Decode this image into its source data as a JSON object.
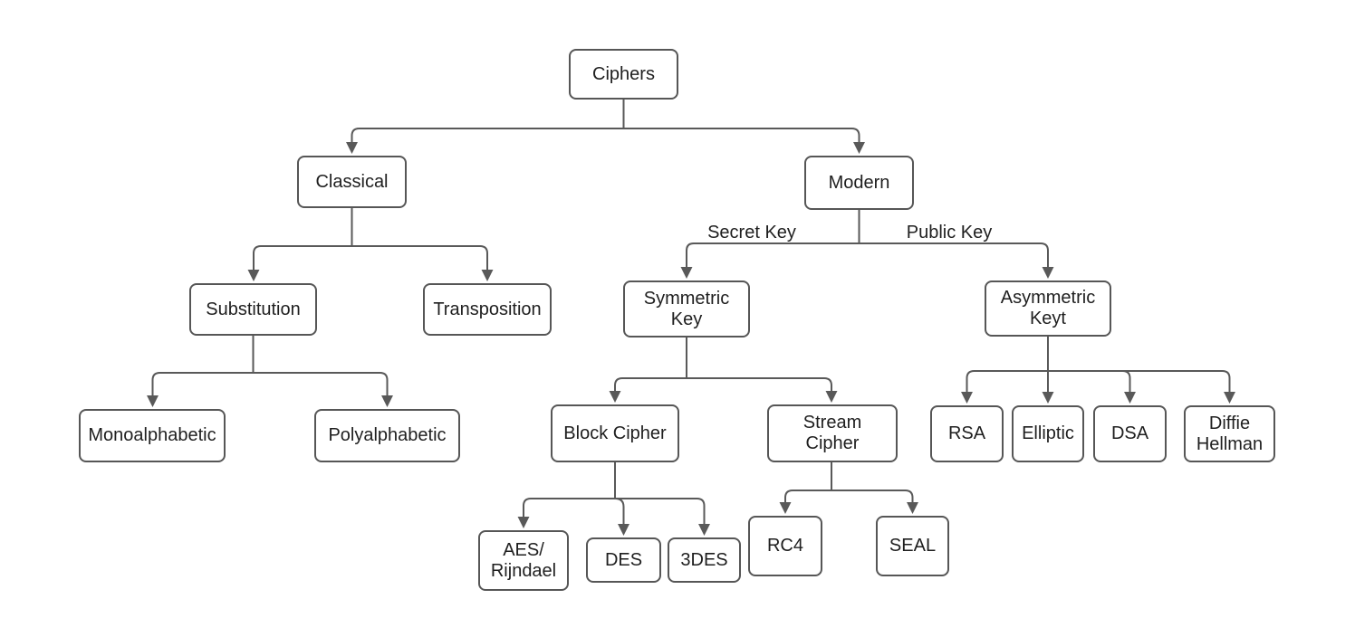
{
  "diagram": {
    "type": "tree",
    "colors": {
      "line": "#595959",
      "box_border": "#565656",
      "box_fill": "#ffffff",
      "text": "#1f1f1f",
      "background": "#ffffff"
    },
    "nodes": {
      "ciphers": "Ciphers",
      "classical": "Classical",
      "modern": "Modern",
      "substitution": "Substitution",
      "transposition": "Transposition",
      "symmetric_key": "Symmetric\nKey",
      "asymmetric_keyt": "Asymmetric\nKeyt",
      "monoalphabetic": "Monoalphabetic",
      "polyalphabetic": "Polyalphabetic",
      "block_cipher": "Block Cipher",
      "stream_cipher": "Stream\nCipher",
      "rsa": "RSA",
      "elliptic": "Elliptic",
      "dsa": "DSA",
      "diffie_hellman": "Diffie\nHellman",
      "aes_rijndael": "AES/\nRijndael",
      "des": "DES",
      "tripledes": "3DES",
      "rc4": "RC4",
      "seal": "SEAL"
    },
    "edge_labels": {
      "secret_key": "Secret Key",
      "public_key": "Public Key"
    },
    "edges": [
      {
        "from": "Ciphers",
        "to": "Classical"
      },
      {
        "from": "Ciphers",
        "to": "Modern"
      },
      {
        "from": "Classical",
        "to": "Substitution"
      },
      {
        "from": "Classical",
        "to": "Transposition"
      },
      {
        "from": "Modern",
        "to": "Symmetric Key",
        "label": "Secret Key"
      },
      {
        "from": "Modern",
        "to": "Asymmetric Keyt",
        "label": "Public Key"
      },
      {
        "from": "Substitution",
        "to": "Monoalphabetic"
      },
      {
        "from": "Substitution",
        "to": "Polyalphabetic"
      },
      {
        "from": "Symmetric Key",
        "to": "Block Cipher"
      },
      {
        "from": "Symmetric Key",
        "to": "Stream Cipher"
      },
      {
        "from": "Asymmetric Keyt",
        "to": "RSA"
      },
      {
        "from": "Asymmetric Keyt",
        "to": "Elliptic"
      },
      {
        "from": "Asymmetric Keyt",
        "to": "DSA"
      },
      {
        "from": "Asymmetric Keyt",
        "to": "Diffie Hellman"
      },
      {
        "from": "Block Cipher",
        "to": "AES/Rijndael"
      },
      {
        "from": "Block Cipher",
        "to": "DES"
      },
      {
        "from": "Block Cipher",
        "to": "3DES"
      },
      {
        "from": "Stream Cipher",
        "to": "RC4"
      },
      {
        "from": "Stream Cipher",
        "to": "SEAL"
      }
    ]
  }
}
